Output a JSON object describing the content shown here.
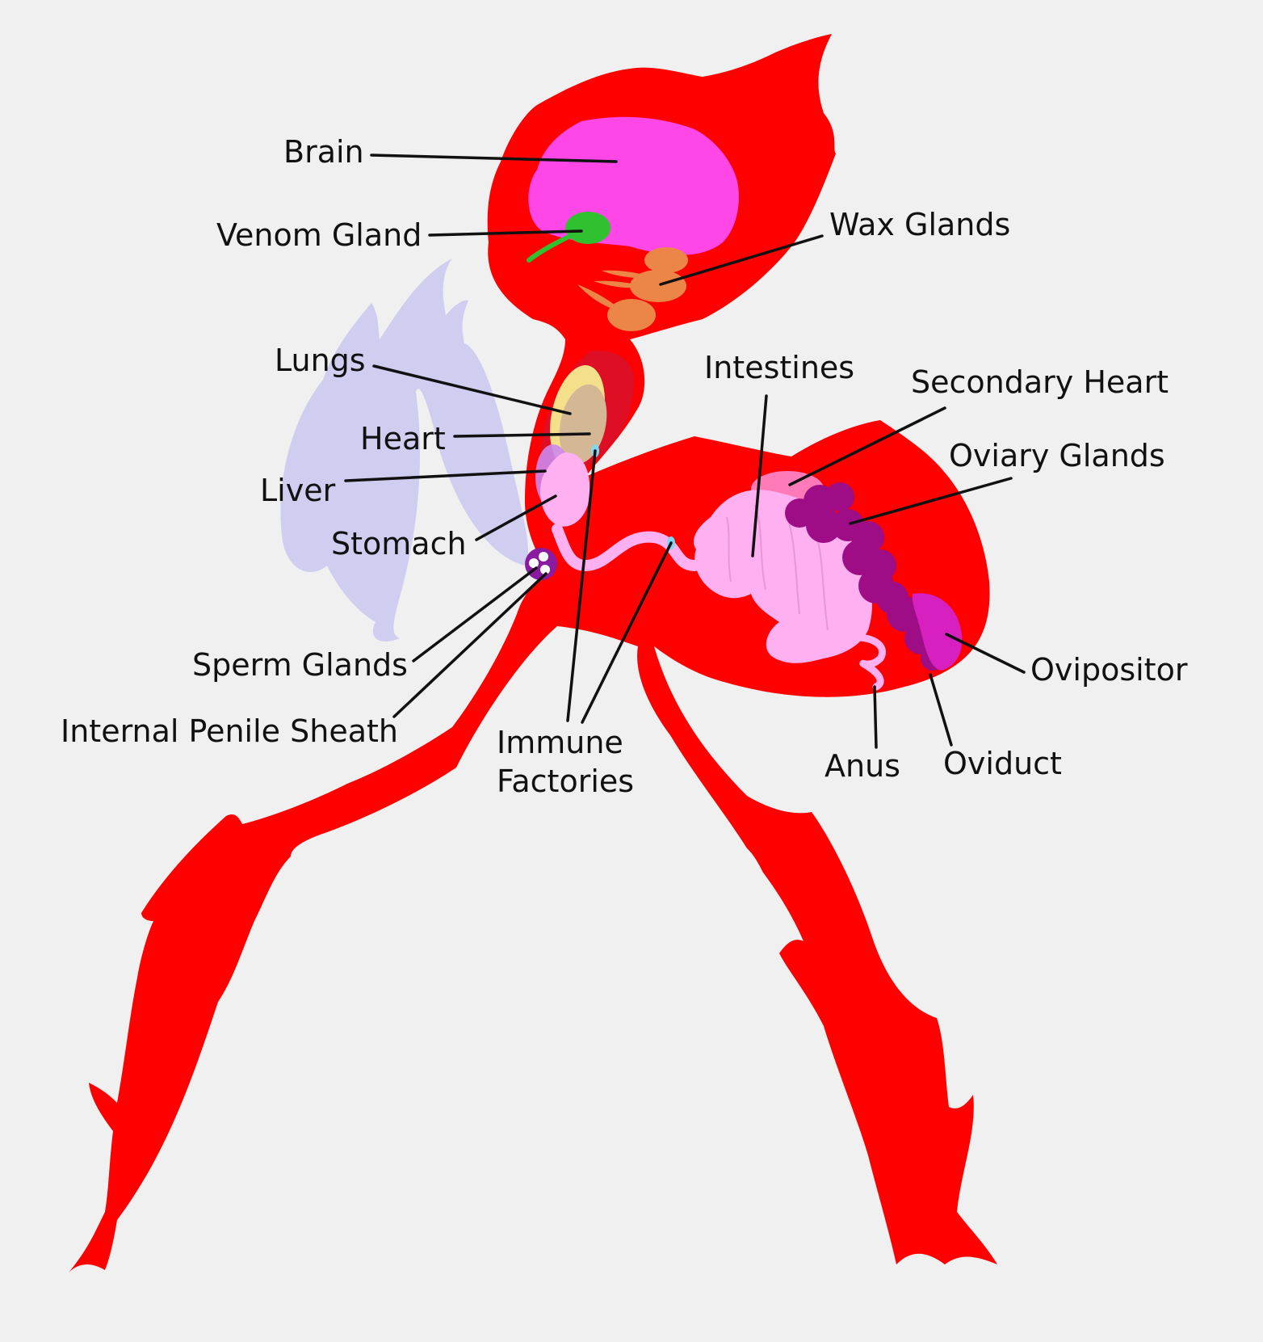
{
  "colors": {
    "background": "#f0f0f0",
    "body": "#ff0000",
    "wing": "#cfcdf0",
    "brain": "#ff47e8",
    "venom_gland": "#2fc12f",
    "wax_glands": "#ec8548",
    "lungs": "#f4e08a",
    "heart_region": "#d4b896",
    "liver": "#cc88ee",
    "stomach": "#ffb0f0",
    "intestines": "#ffb0f0",
    "secondary_heart": "#ff7ab8",
    "oviary_glands": "#9e0d86",
    "ovipositor": "#d81fc0",
    "immune_factory": "#80d8f0",
    "sperm_glands": "#8a1aa0"
  },
  "labels": {
    "brain": "Brain",
    "venom_gland": "Venom Gland",
    "wax_glands": "Wax Glands",
    "lungs": "Lungs",
    "heart": "Heart",
    "liver": "Liver",
    "stomach": "Stomach",
    "intestines": "Intestines",
    "secondary_heart": "Secondary Heart",
    "oviary_glands": "Oviary Glands",
    "ovipositor": "Ovipositor",
    "sperm_glands": "Sperm Glands",
    "internal_penile_sheath": "Internal Penile Sheath",
    "immune_factories": "Immune\nFactories",
    "anus": "Anus",
    "oviduct": "Oviduct"
  }
}
